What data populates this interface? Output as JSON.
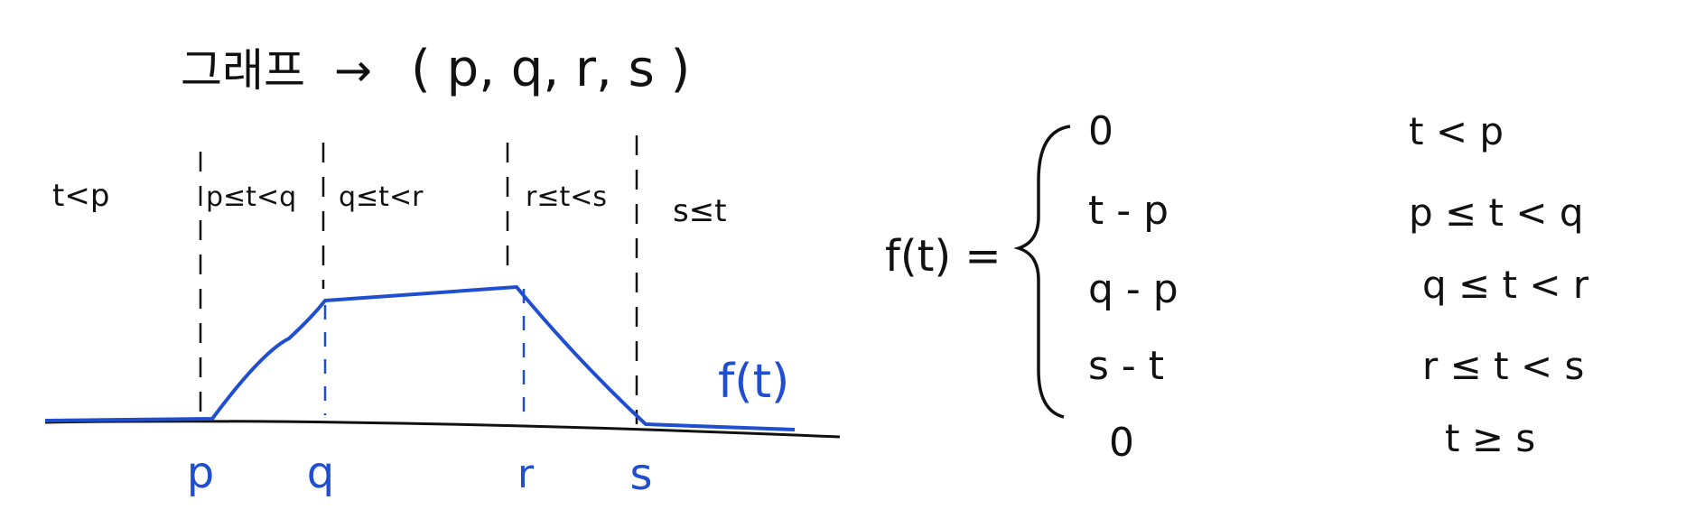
{
  "title": {
    "word": "그래프",
    "arrow": "→",
    "tuple": "( p, q, r, s )"
  },
  "regions": [
    "t<p",
    "p≤t<q",
    "q≤t<r",
    "r≤t<s",
    "s≤t"
  ],
  "points": [
    "p",
    "q",
    "r",
    "s"
  ],
  "curve_label": "f(t)",
  "formula": {
    "lhs": "f(t) =",
    "cases": [
      {
        "value": "0",
        "condition": "t < p"
      },
      {
        "value": "t - p",
        "condition": "p ≤ t < q"
      },
      {
        "value": "q - p",
        "condition": "q ≤ t < r"
      },
      {
        "value": "s - t",
        "condition": "r ≤ t < s"
      },
      {
        "value": "0",
        "condition": "t ≥ s"
      }
    ]
  },
  "colors": {
    "ink": "#111111",
    "curve": "#1f4fd0"
  }
}
